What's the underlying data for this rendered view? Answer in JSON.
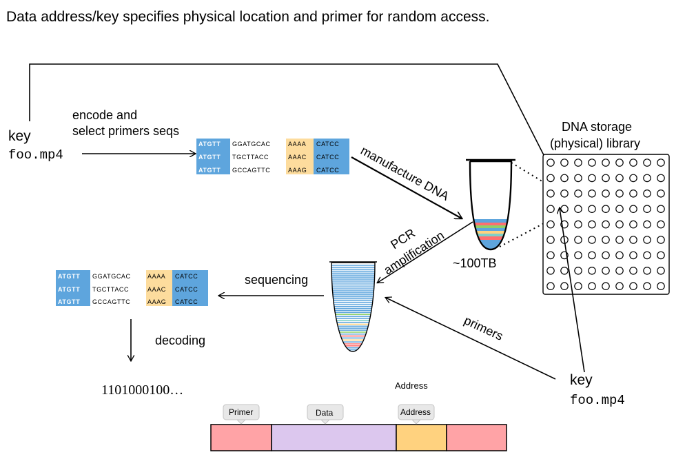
{
  "title": "Data address/key specifies physical location and primer for random access.",
  "key_left": {
    "label": "key",
    "file": "foo.mp4"
  },
  "key_right": {
    "label": "key",
    "file": "foo.mp4"
  },
  "encode_label_1": "encode and",
  "encode_label_2": "select primers seqs",
  "manufacture_label": "manufacture DNA",
  "pcr_label_1": "PCR",
  "pcr_label_2": "amplification",
  "capacity_label": "~100TB",
  "library_label_1": "DNA storage",
  "library_label_2": "(physical) library",
  "sequencing_label": "sequencing",
  "primers_label": "primers",
  "decoding_label": "decoding",
  "binary_output": "1101000100…",
  "address_caption": "Address",
  "strand_segments": {
    "primer": "Primer",
    "data": "Data",
    "address": "Address"
  },
  "sequences": [
    {
      "primer": "ATGTT",
      "data": "GGATGCAC",
      "address": "AAAA",
      "end": "CATCC"
    },
    {
      "primer": "ATGTT",
      "data": "TGCTTACC",
      "address": "AAAC",
      "end": "CATCC"
    },
    {
      "primer": "ATGTT",
      "data": "GCCAGTTC",
      "address": "AAAG",
      "end": "CATCC"
    }
  ],
  "colors": {
    "primer_blue": "#5ea5dd",
    "address_tan": "#fddc9d",
    "segment_pink": "#ffa3a6",
    "segment_lavender": "#dcc7ee",
    "segment_gold": "#ffd27f"
  }
}
